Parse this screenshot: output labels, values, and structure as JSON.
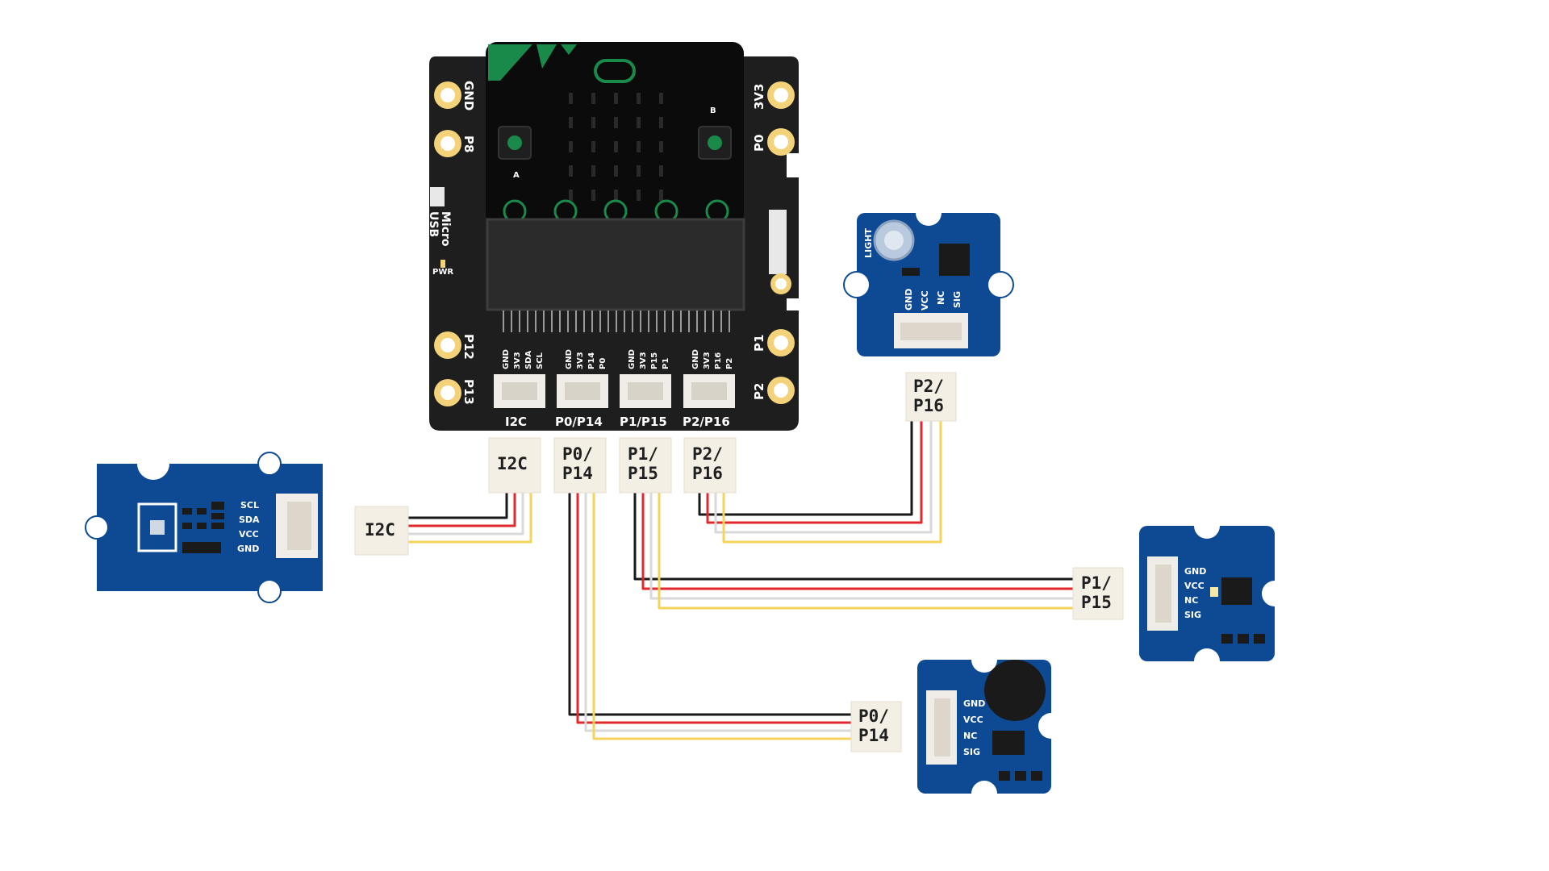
{
  "board": {
    "pads_left": [
      "GND",
      "P8",
      "P12",
      "P13"
    ],
    "pads_right": [
      "3V3",
      "P0",
      "P1",
      "P2"
    ],
    "usb_label_1": "Micro",
    "usb_label_2": "USB",
    "pwr_label": "PWR",
    "microbit_buttons": [
      "A",
      "B"
    ],
    "connector_pins": [
      [
        "GND",
        "3V3",
        "SDA",
        "SCL"
      ],
      [
        "GND",
        "3V3",
        "P14",
        "P0"
      ],
      [
        "GND",
        "3V3",
        "P15",
        "P1"
      ],
      [
        "GND",
        "3V3",
        "P16",
        "P2"
      ]
    ],
    "connector_names": [
      "I2C",
      "P0/P14",
      "P1/P15",
      "P2/P16"
    ]
  },
  "plugs": {
    "top_row": [
      {
        "line1": "I2C",
        "line2": ""
      },
      {
        "line1": "P0/",
        "line2": "P14"
      },
      {
        "line1": "P1/",
        "line2": "P15"
      },
      {
        "line1": "P2/",
        "line2": "P16"
      }
    ],
    "i2c_module": {
      "line1": "I2C",
      "line2": ""
    },
    "light_module": {
      "line1": "P2/",
      "line2": "P16"
    },
    "right_module": {
      "line1": "P1/",
      "line2": "P15"
    },
    "sound_module": {
      "line1": "P0/",
      "line2": "P14"
    }
  },
  "modules": {
    "i2c_sensor": {
      "pins": [
        "SCL",
        "SDA",
        "VCC",
        "GND"
      ]
    },
    "light_sensor": {
      "title": "LIGHT",
      "pins": [
        "GND",
        "VCC",
        "NC",
        "SIG"
      ]
    },
    "analog_sensor": {
      "pins": [
        "GND",
        "VCC",
        "NC",
        "SIG"
      ]
    },
    "sound_sensor": {
      "pins": [
        "GND",
        "VCC",
        "NC",
        "SIG"
      ]
    }
  },
  "colors": {
    "board": "#1e1e1e",
    "pad": "#f3d27a",
    "module": "#0e4a94",
    "wire_black": "#1a1a1a",
    "wire_red": "#e0282e",
    "wire_white": "#d9d9d9",
    "wire_yellow": "#f6d35a",
    "plug": "#f4efe4",
    "accent_green": "#1a8a4a"
  }
}
